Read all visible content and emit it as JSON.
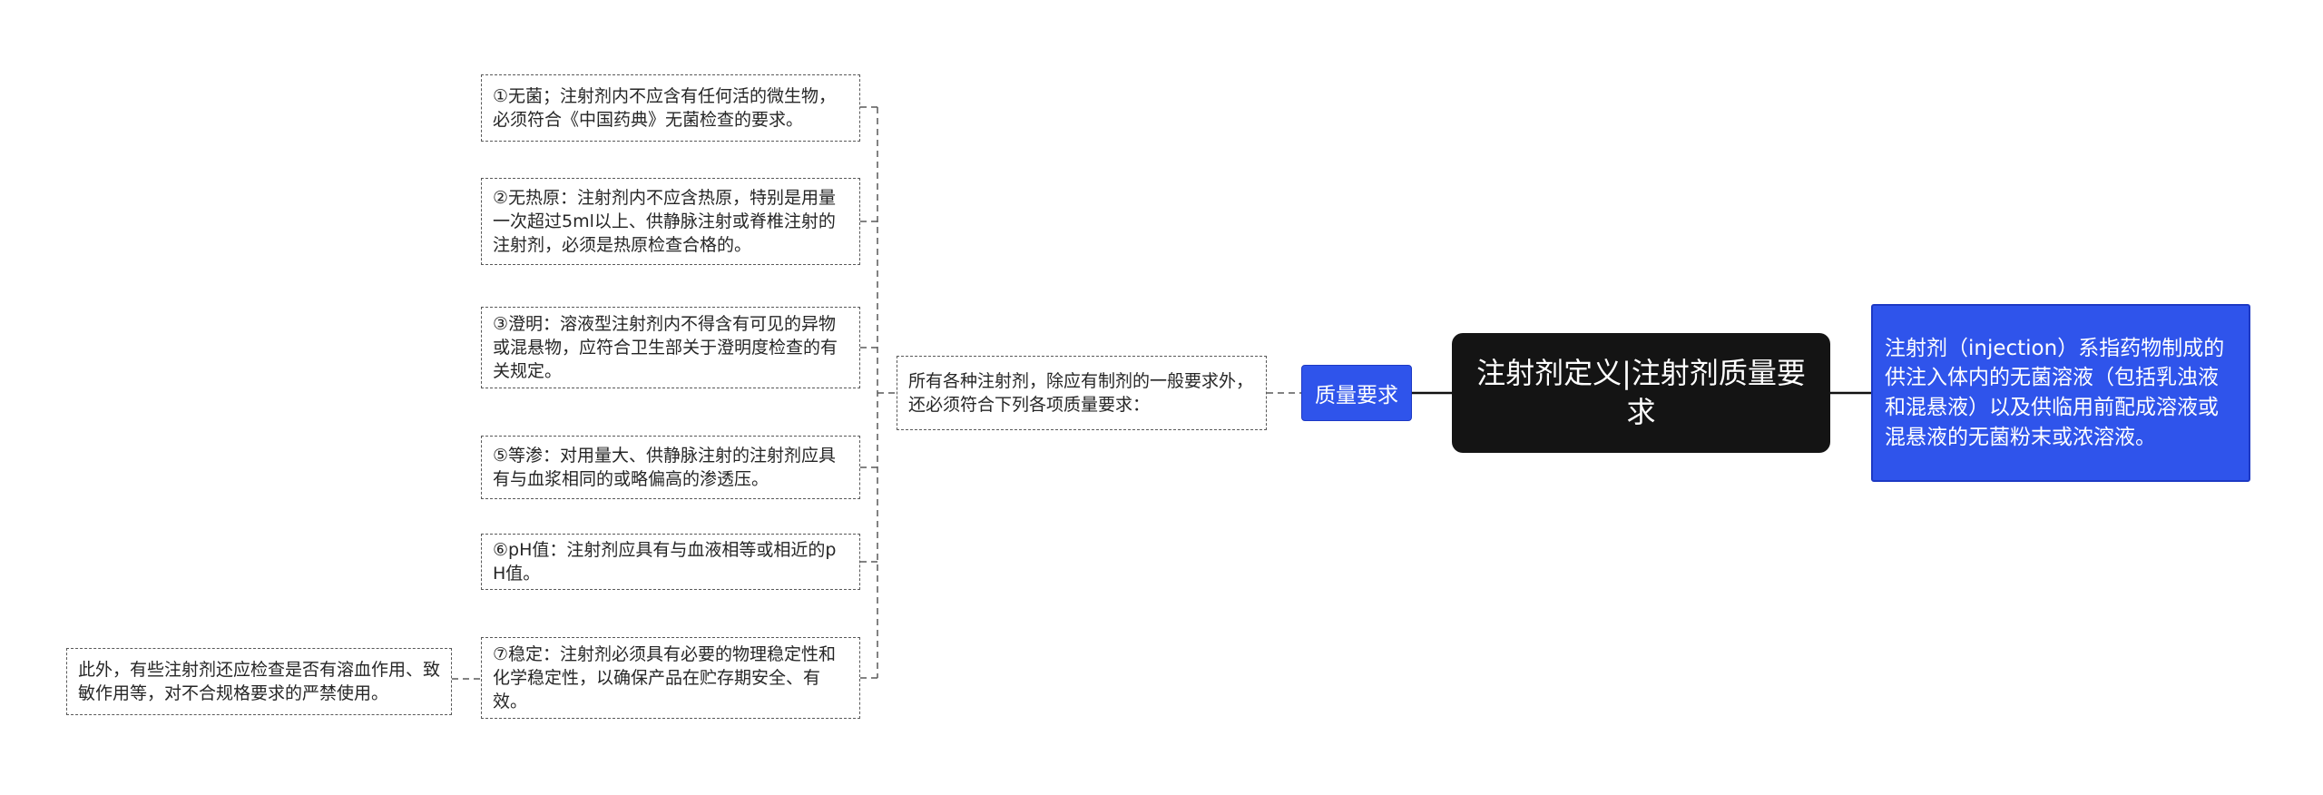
{
  "diagram": {
    "title": "注射剂定义|注射剂质量要求",
    "definition": "注射剂（injection）系指药物制成的供注入体内的无菌溶液（包括乳浊液和混悬液）以及供临用前配成溶液或混悬液的无菌粉末或浓溶液。",
    "quality_label": "质量要求",
    "quality_intro": "所有各种注射剂，除应有制剂的一般要求外，还必须符合下列各项质量要求：",
    "requirements": [
      {
        "text": "①无菌；注射剂内不应含有任何活的微生物，必须符合《中国药典》无菌检查的要求。"
      },
      {
        "text": "②无热原：注射剂内不应含热原，特别是用量一次超过5ml以上、供静脉注射或脊椎注射的注射剂，必须是热原检查合格的。"
      },
      {
        "text": "③澄明：溶液型注射剂内不得含有可见的异物或混悬物，应符合卫生部关于澄明度检查的有关规定。"
      },
      {
        "text": "⑤等渗：对用量大、供静脉注射的注射剂应具有与血浆相同的或略偏高的渗透压。"
      },
      {
        "text": "⑥pH值：注射剂应具有与血液相等或相近的pH值。"
      },
      {
        "text": "⑦稳定：注射剂必须具有必要的物理稳定性和化学稳定性，以确保产品在贮存期安全、有效。"
      }
    ],
    "note": "此外，有些注射剂还应检查是否有溶血作用、致敏作用等，对不合规格要求的严禁使用。"
  },
  "colors": {
    "node_blue": "#2f54eb",
    "node_blue_border": "#1d39c4",
    "node_black": "#141414",
    "dashed_border": "#595959"
  }
}
